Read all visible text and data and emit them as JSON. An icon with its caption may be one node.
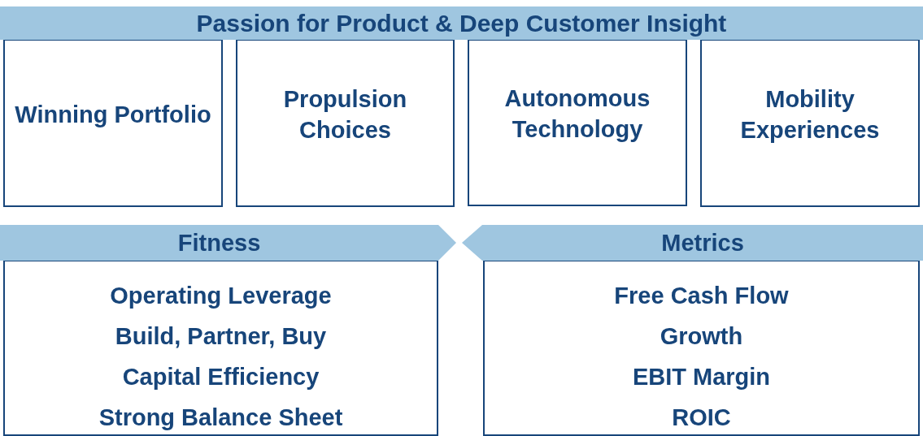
{
  "diagram": {
    "nodes": [
      {
        "text": [
          "Passion for Product & Deep Customer Insight"
        ]
      },
      {
        "text": [
          "Winning Portfolio"
        ]
      },
      {
        "text": [
          "Propulsion Choices"
        ]
      },
      {
        "text": [
          "Autonomous Technology"
        ]
      },
      {
        "text": [
          "Mobility Experiences"
        ]
      },
      {
        "text": [
          "Fitness"
        ]
      },
      {
        "text": [
          "Operating Leverage",
          "Build, Partner, Buy",
          "Capital Efficiency",
          "Strong Balance Sheet"
        ]
      },
      {
        "text": [
          "Metrics"
        ]
      },
      {
        "text": [
          "Free Cash Flow",
          "Growth",
          "EBIT Margin",
          "ROIC"
        ]
      }
    ]
  }
}
